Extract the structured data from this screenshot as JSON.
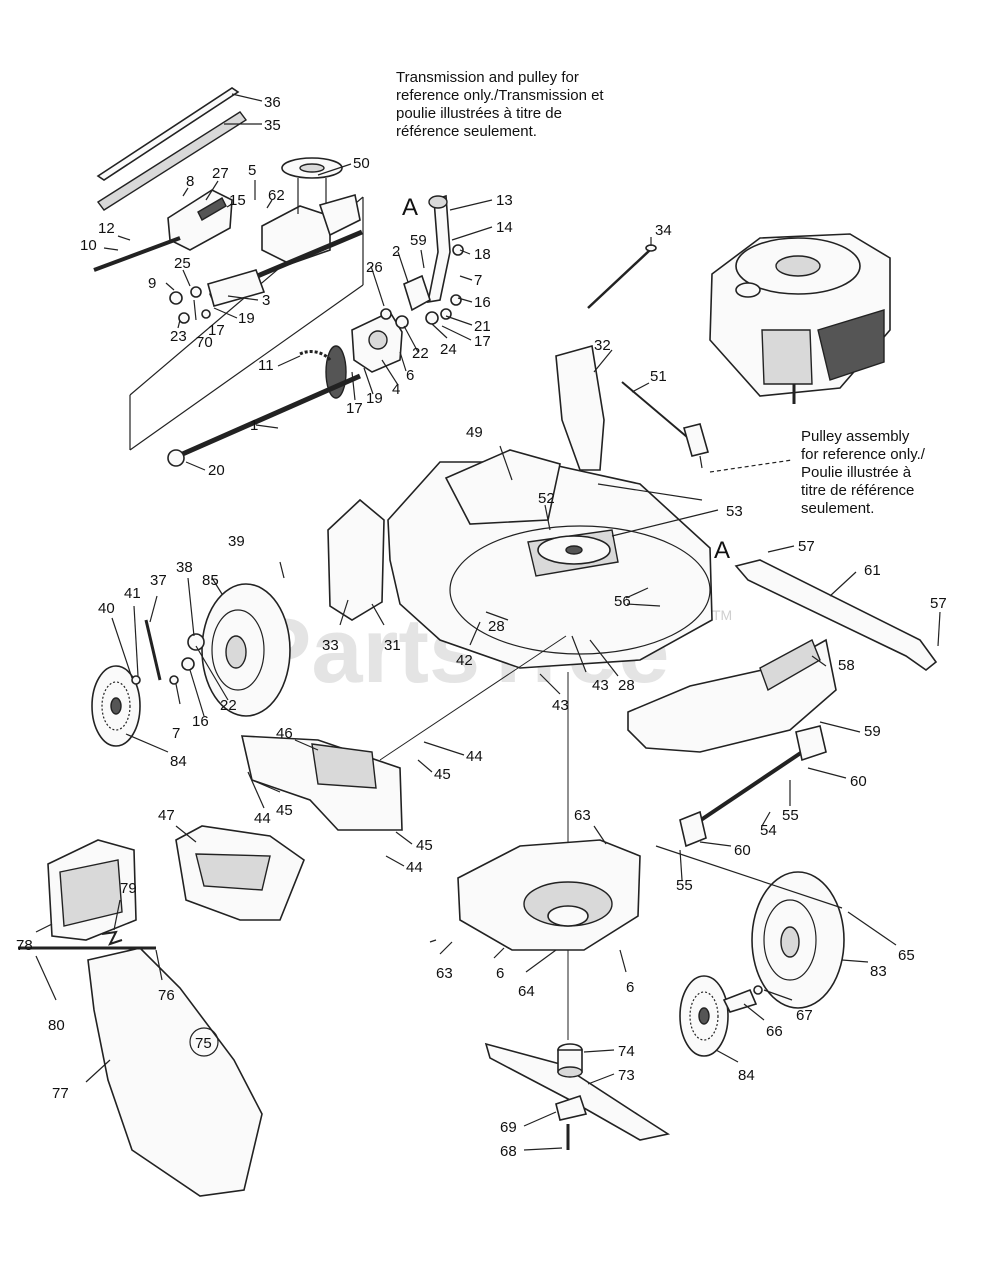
{
  "notes": {
    "transmission": "Transmission and pulley for\nreference only./Transmission et\npoulie illustrées à titre de\nréférence seulement.",
    "pulley": "Pulley assembly\nfor reference only./\nPoulie illustrée à\ntitre de référence\nseulement."
  },
  "watermark": {
    "text": "PartsTree",
    "tm": "TM"
  },
  "letters": [
    "A",
    "A"
  ],
  "labels": [
    "36",
    "35",
    "50",
    "27",
    "8",
    "5",
    "62",
    "15",
    "12",
    "10",
    "9",
    "25",
    "3",
    "19",
    "17",
    "70",
    "23",
    "26",
    "2",
    "59",
    "13",
    "14",
    "18",
    "7",
    "16",
    "21",
    "24",
    "17",
    "22",
    "6",
    "4",
    "19",
    "17",
    "11",
    "1",
    "20",
    "34",
    "32",
    "51",
    "49",
    "52",
    "53",
    "57",
    "61",
    "57",
    "56",
    "58",
    "59",
    "60",
    "55",
    "54",
    "60",
    "55",
    "39",
    "85",
    "38",
    "37",
    "41",
    "40",
    "33",
    "31",
    "28",
    "42",
    "43",
    "28",
    "43",
    "7",
    "16",
    "22",
    "84",
    "46",
    "44",
    "45",
    "44",
    "45",
    "45",
    "44",
    "47",
    "63",
    "78",
    "79",
    "80",
    "76",
    "77",
    "75",
    "63",
    "6",
    "64",
    "6",
    "65",
    "83",
    "67",
    "66",
    "84",
    "74",
    "73",
    "69",
    "68"
  ],
  "colors": {
    "ink": "#111111",
    "watermark": "#cfcfcf"
  }
}
